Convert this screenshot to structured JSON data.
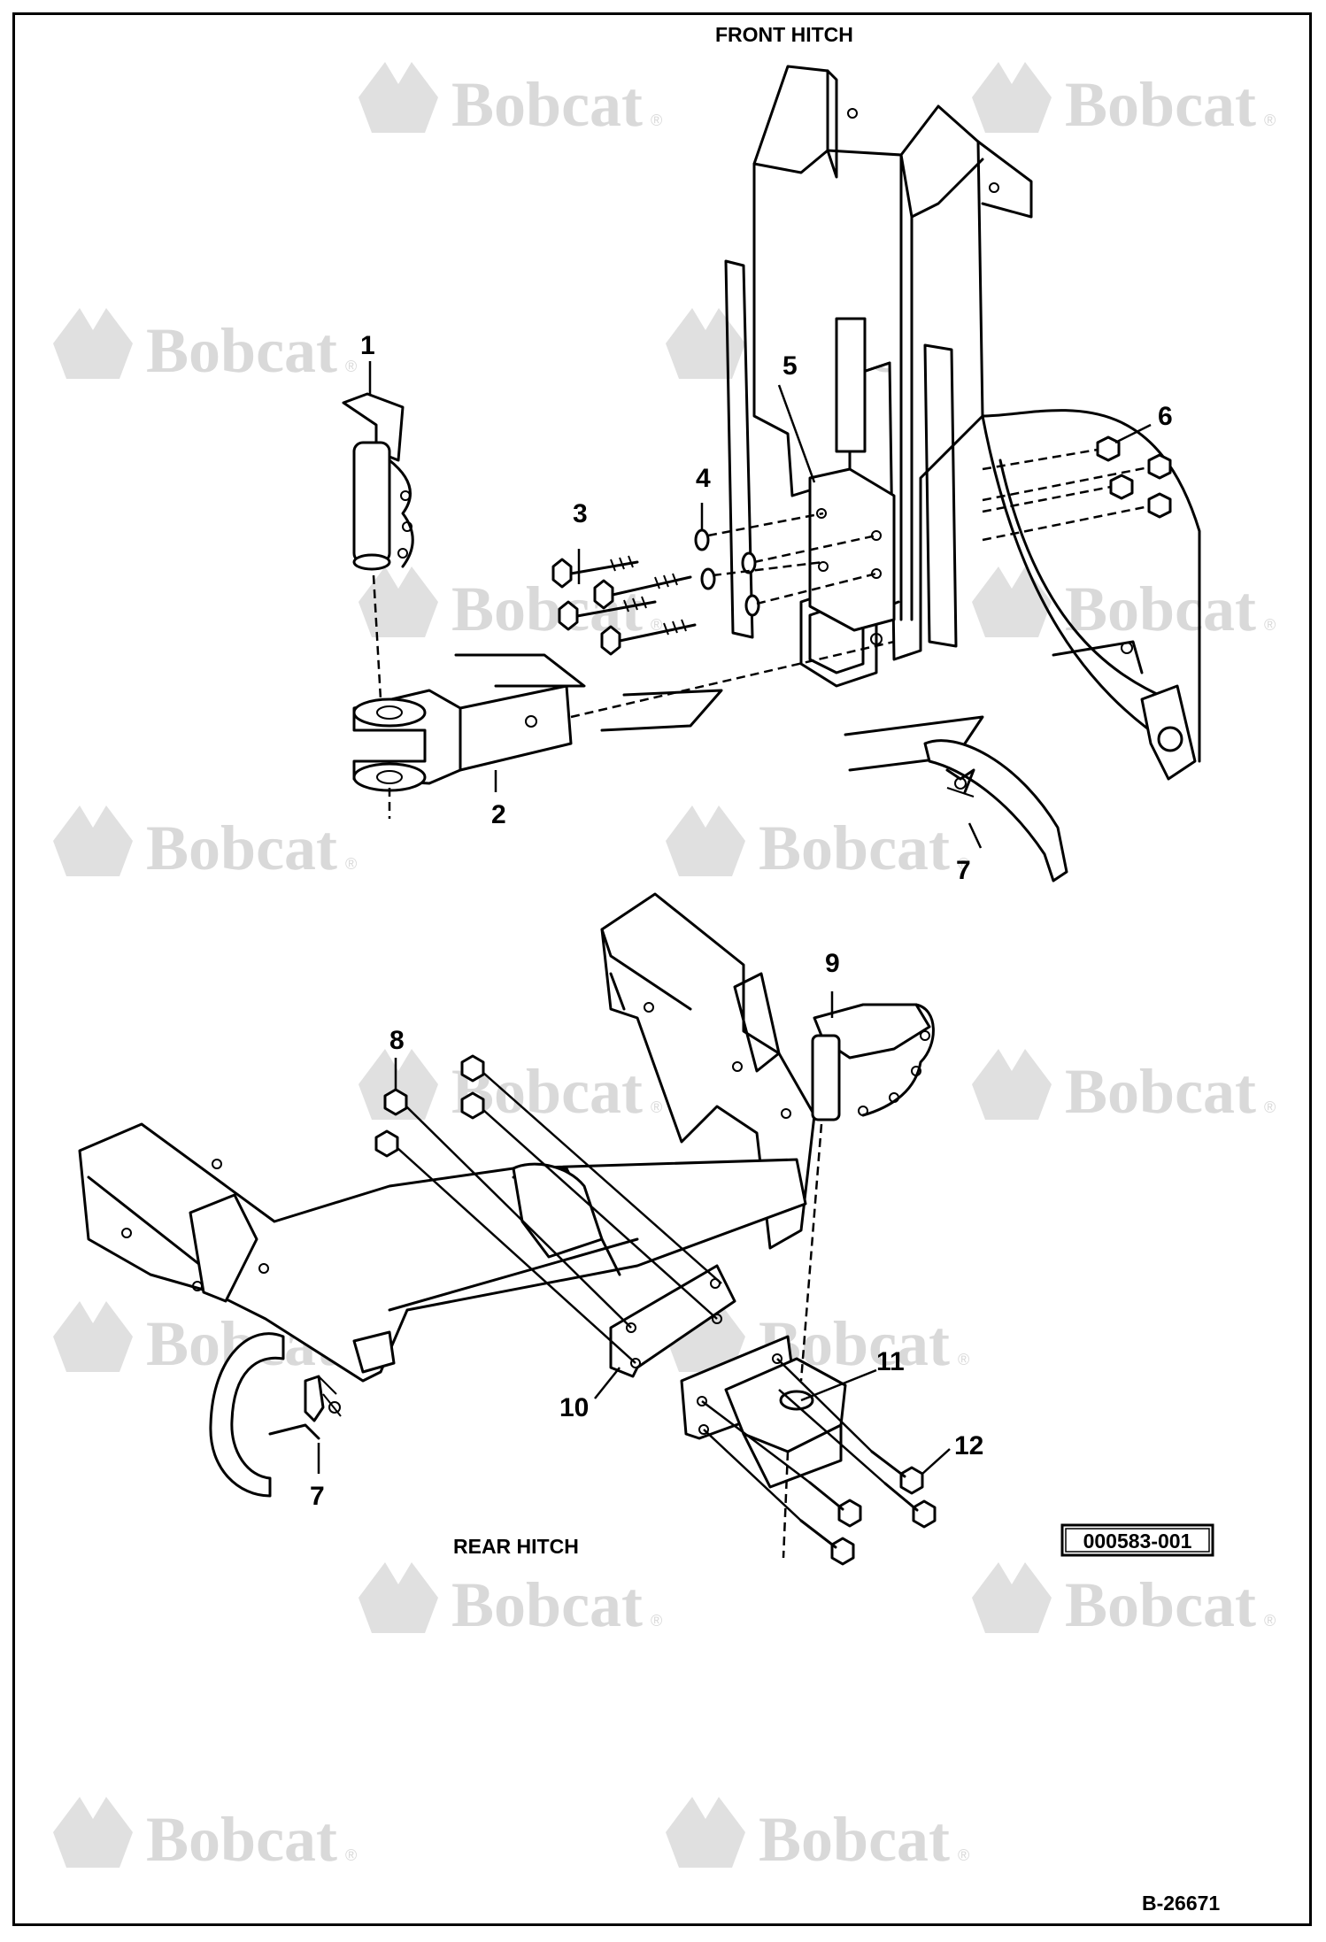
{
  "titles": {
    "front": "FRONT HITCH",
    "rear": "REAR HITCH"
  },
  "watermark": {
    "brand": "Bobcat",
    "mark": "®"
  },
  "callouts": {
    "c1": "1",
    "c2": "2",
    "c3": "3",
    "c4": "4",
    "c5": "5",
    "c6": "6",
    "c7a": "7",
    "c7b": "7",
    "c8": "8",
    "c9": "9",
    "c10": "10",
    "c11": "11",
    "c12": "12"
  },
  "references": {
    "part_code": "000583-001",
    "drawing_number": "B-26671"
  },
  "colors": {
    "ink": "#000000",
    "watermark": "#d9d9d9",
    "paper": "#ffffff"
  }
}
